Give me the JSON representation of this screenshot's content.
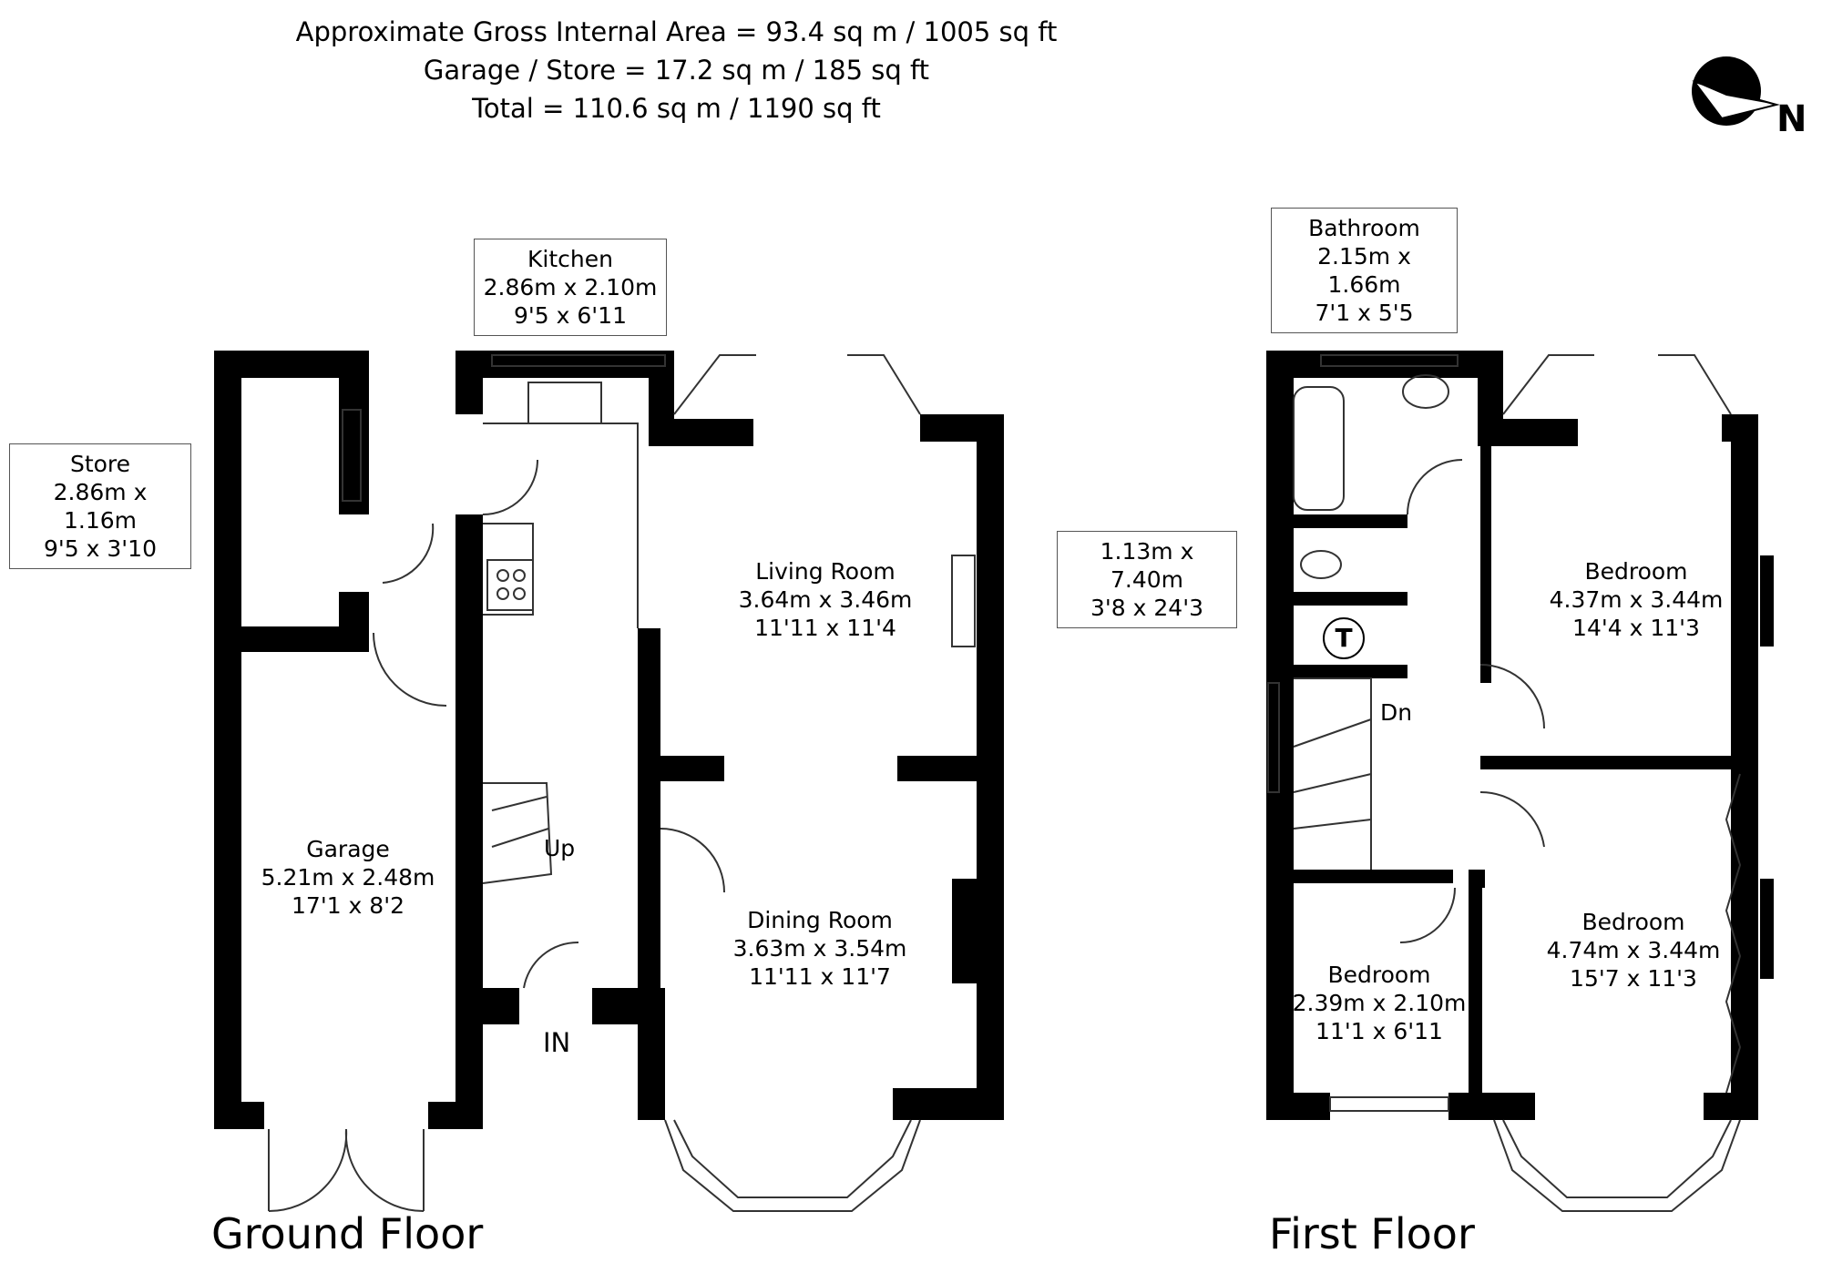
{
  "header": {
    "line1": "Approximate Gross Internal Area = 93.4 sq m / 1005 sq ft",
    "line2": "Garage / Store = 17.2 sq m / 185 sq ft",
    "line3": "Total = 110.6 sq m / 1190 sq ft"
  },
  "compass": {
    "label": "N",
    "icon": "north-arrow-icon"
  },
  "ground_floor": {
    "title": "Ground Floor",
    "kitchen": {
      "name": "Kitchen",
      "metric": "2.86m x 2.10m",
      "imperial": "9'5 x 6'11"
    },
    "store": {
      "name": "Store",
      "metric": "2.86m x 1.16m",
      "imperial": "9'5 x 3'10"
    },
    "living_room": {
      "name": "Living Room",
      "metric": "3.64m x 3.46m",
      "imperial": "11'11 x 11'4"
    },
    "dining_room": {
      "name": "Dining Room",
      "metric": "3.63m x 3.54m",
      "imperial": "11'11 x 11'7"
    },
    "garage": {
      "name": "Garage",
      "metric": "5.21m x 2.48m",
      "imperial": "17'1 x 8'2"
    },
    "stairs_label": "Up",
    "entrance_label": "IN"
  },
  "first_floor": {
    "title": "First Floor",
    "bathroom": {
      "name": "Bathroom",
      "metric": "2.15m x 1.66m",
      "imperial": "7'1 x 5'5"
    },
    "landing": {
      "metric": "1.13m x 7.40m",
      "imperial": "3'8 x 24'3"
    },
    "bedroom_1": {
      "name": "Bedroom",
      "metric": "4.37m x 3.44m",
      "imperial": "14'4 x 11'3"
    },
    "bedroom_2": {
      "name": "Bedroom",
      "metric": "4.74m x 3.44m",
      "imperial": "15'7 x 11'3"
    },
    "bedroom_3": {
      "name": "Bedroom",
      "metric": "2.39m x 2.10m",
      "imperial": "11'1 x 6'11"
    },
    "stairs_label": "Dn",
    "tank_label": "T"
  },
  "colors": {
    "wall": "#000000",
    "line": "#333333",
    "box_border": "#555555"
  }
}
